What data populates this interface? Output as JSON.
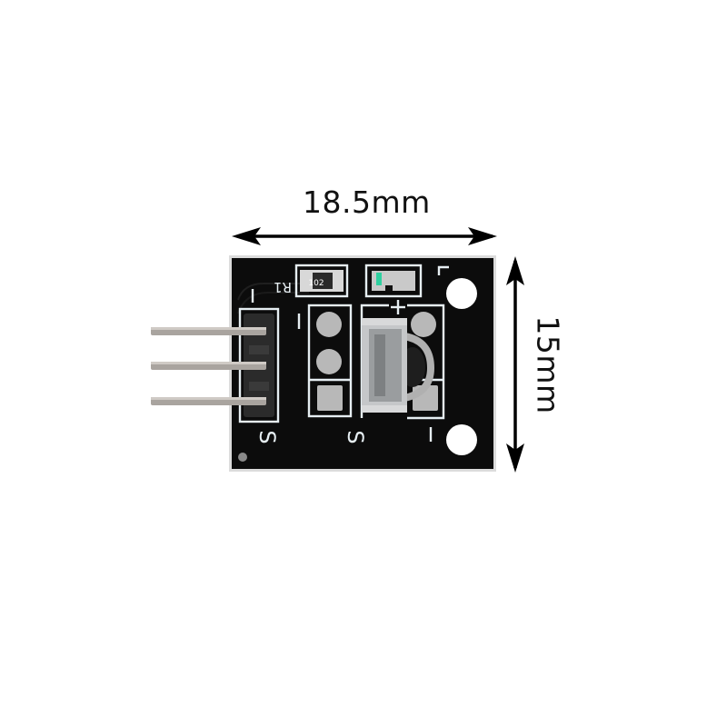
{
  "product": {
    "type": "IR receiver sensor module",
    "board_color": "#0c0c0c",
    "silkscreen_color": "#e6eef2"
  },
  "dimensions": {
    "width_label": "18.5mm",
    "height_label": "15mm"
  },
  "silkscreen": {
    "resistor_ref": "R1",
    "resistor_code": "102",
    "header_pin_labels": [
      "-",
      "S"
    ],
    "sensor_labels": [
      "-",
      "S",
      "+",
      "-"
    ],
    "led_label": "L"
  },
  "header_pins": {
    "count": 3
  }
}
